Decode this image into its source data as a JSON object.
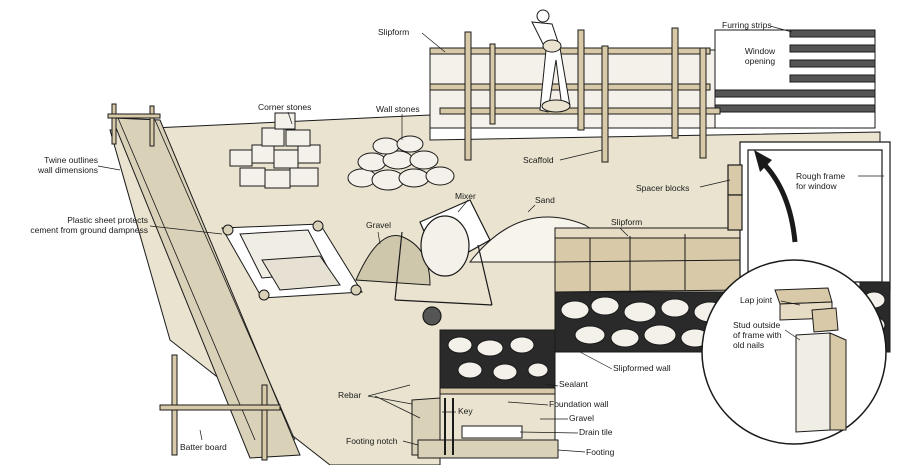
{
  "labels": {
    "slipform_top": "Slipform",
    "furring_strips": "Furring strips",
    "window_opening": "Window\nopening",
    "corner_stones": "Corner stones",
    "wall_stones": "Wall stones",
    "twine": "Twine outlines\nwall dimensions",
    "scaffold": "Scaffold",
    "rough_frame": "Rough frame\nfor window",
    "spacer_blocks": "Spacer blocks",
    "mixer": "Mixer",
    "sand": "Sand",
    "plastic_sheet": "Plastic sheet protects\ncement from ground dampness",
    "gravel_top": "Gravel",
    "slipform_mid": "Slipform",
    "lap_joint": "Lap joint",
    "stud_outside": "Stud outside\nof frame with\nold nails",
    "slipformed_wall": "Slipformed wall",
    "sealant": "Sealant",
    "rebar": "Rebar",
    "foundation_wall": "Foundation wall",
    "key": "Key",
    "gravel_bottom": "Gravel",
    "drain_tile": "Drain tile",
    "batter_board": "Batter board",
    "footing_notch": "Footing notch",
    "footing": "Footing"
  },
  "colors": {
    "ink": "#1a1a1a",
    "ground": "#e9e3cf",
    "wood": "#d8c9a8",
    "stone": "#f4f1ea",
    "inset_bg": "#ffffff"
  }
}
